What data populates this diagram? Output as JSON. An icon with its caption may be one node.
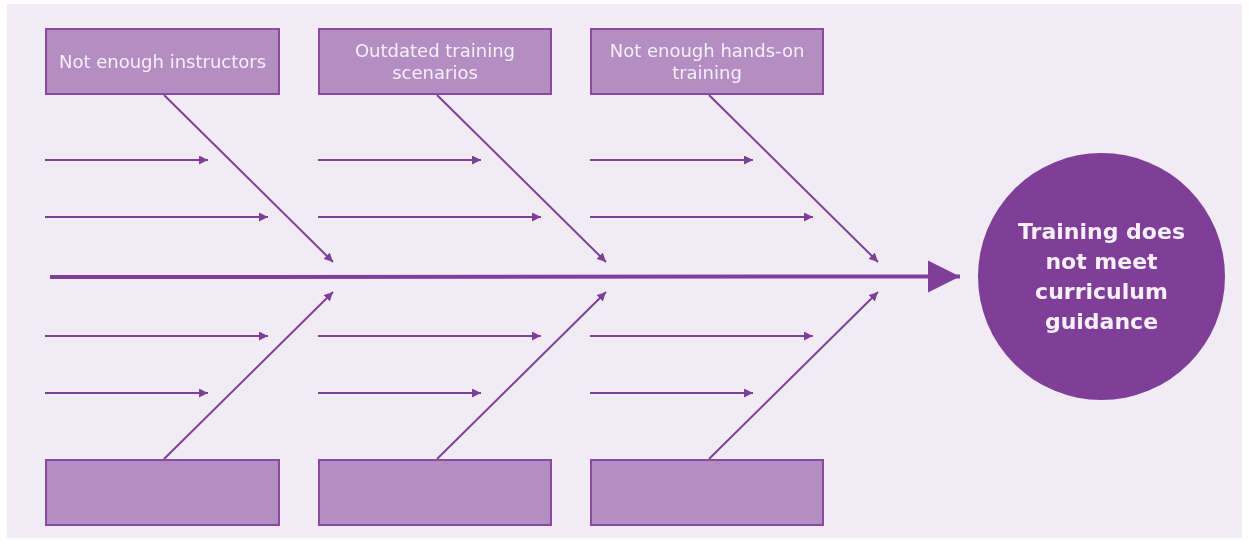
{
  "diagram": {
    "nodes": [
      {
        "text": [
          "Not enough instructors"
        ]
      },
      {
        "text": [
          "Outdated training scenarios"
        ]
      },
      {
        "text": [
          "Not enough hands-on training"
        ]
      },
      {
        "text": [],
        "shape": "box"
      },
      {
        "text": [],
        "shape": "box"
      },
      {
        "text": [],
        "shape": "box"
      },
      {
        "text": [
          "Training does not meet curriculum guidance"
        ]
      }
    ],
    "edges": [
      {
        "from": 0,
        "to": null,
        "arrow": "to"
      },
      {
        "from": 1,
        "to": null,
        "arrow": "to"
      },
      {
        "from": 2,
        "to": null,
        "arrow": "to"
      },
      {
        "from": 3,
        "to": null,
        "arrow": "to"
      },
      {
        "from": 4,
        "to": null,
        "arrow": "to"
      },
      {
        "from": 5,
        "to": null,
        "arrow": "to"
      },
      {
        "from": null,
        "to": 6,
        "arrow": "to",
        "style": "thick"
      }
    ]
  }
}
